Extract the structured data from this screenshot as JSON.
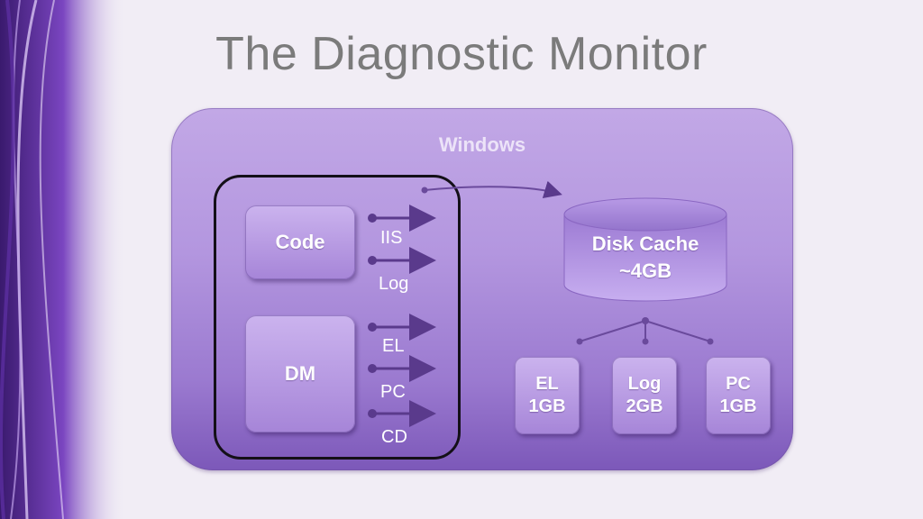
{
  "slide": {
    "title": "The Diagnostic Monitor"
  },
  "diagram": {
    "container_label": "Windows",
    "blocks": {
      "code": "Code",
      "dm": "DM"
    },
    "streams": [
      "IIS",
      "Log",
      "EL",
      "PC",
      "CD"
    ],
    "disk_cache": {
      "name": "Disk Cache",
      "size": "~4GB"
    },
    "storages": [
      {
        "name": "EL",
        "size": "1GB"
      },
      {
        "name": "Log",
        "size": "2GB"
      },
      {
        "name": "PC",
        "size": "1GB"
      }
    ],
    "colors": {
      "panel": "#b396df",
      "block": "#a685d8",
      "connector": "#6a4a9c",
      "title": "#7b7b7b"
    }
  }
}
